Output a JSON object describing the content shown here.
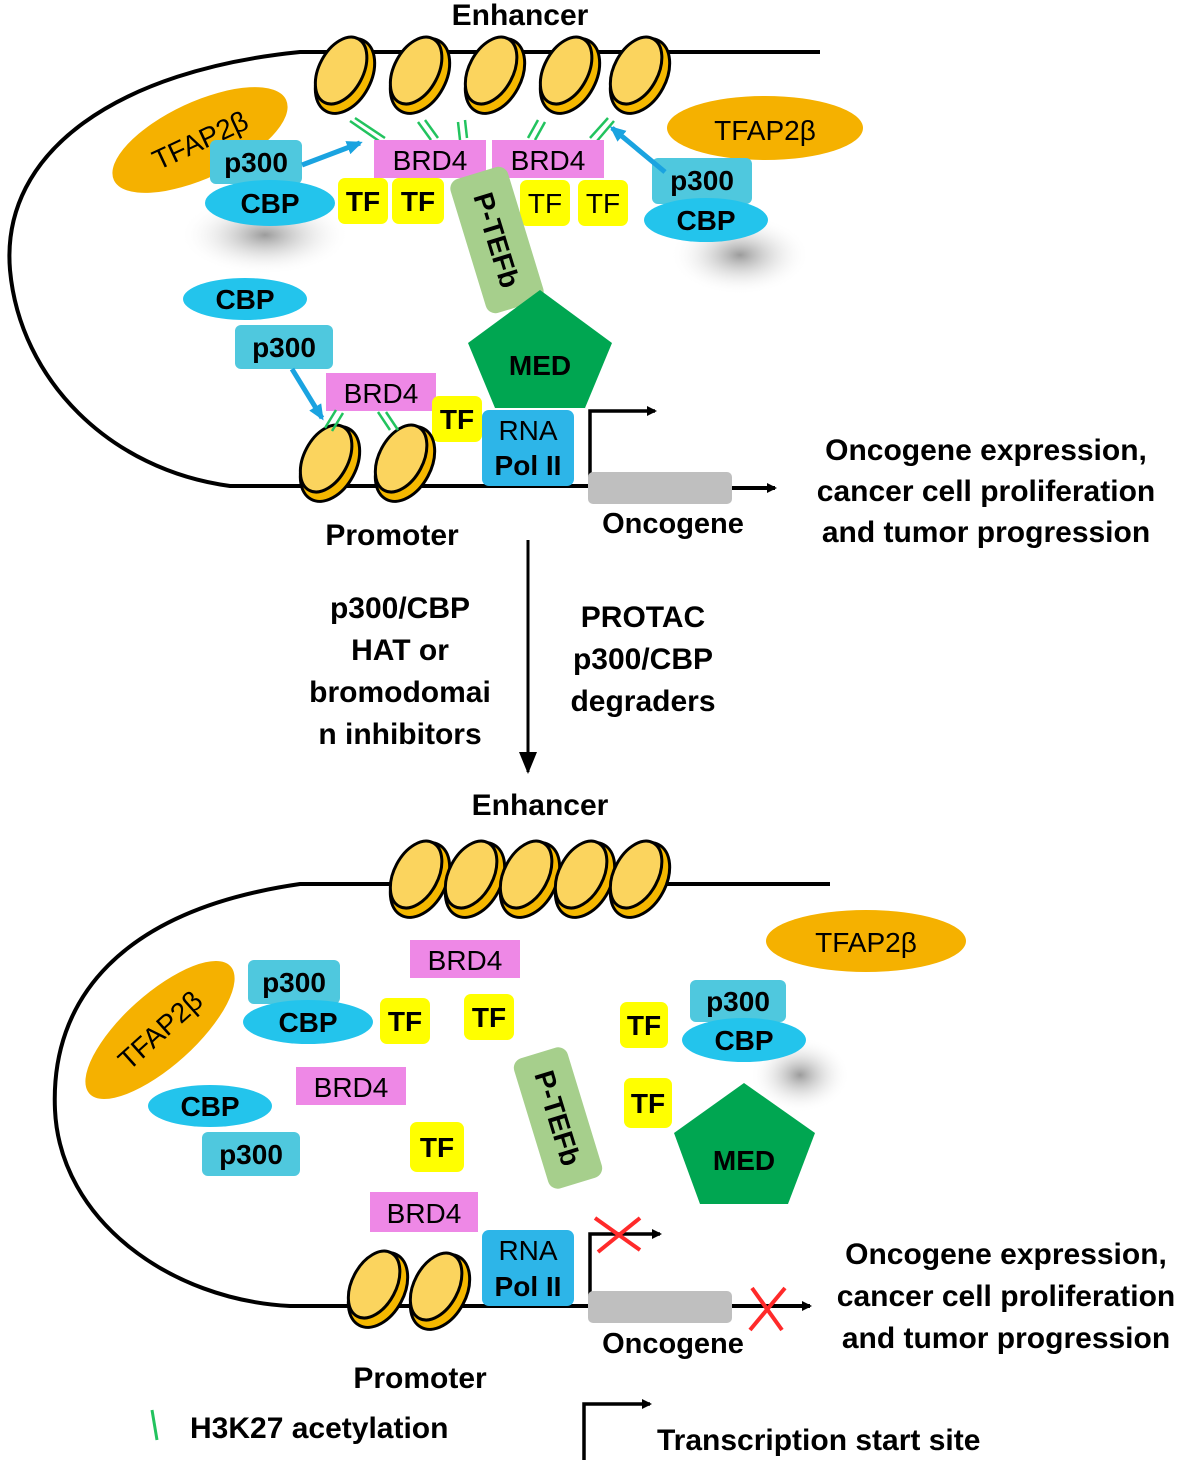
{
  "colors": {
    "nucleosome": "#f5b800",
    "nucleosome_light": "#fbd45e",
    "tfap2b": "#f5b100",
    "p300": "#4fc8de",
    "cbp": "#23c4ec",
    "brd4": "#ee88e6",
    "tf": "#ffff00",
    "ptefb": "#a6cf8c",
    "med": "#00a651",
    "rnapol": "#2db5e8",
    "oncogene": "#bfbfbf",
    "acetyl": "#22c35e",
    "blue_arrow": "#1aa3e0",
    "block": "#ff2a2a"
  },
  "top": {
    "enhancer": "Enhancer",
    "tfap2b_left": "TFAP2β",
    "tfap2b_right": "TFAP2β",
    "p300_left": "p300",
    "cbp_left": "CBP",
    "p300_right": "p300",
    "cbp_right": "CBP",
    "brd4_a": "BRD4",
    "brd4_b": "BRD4",
    "tf_1": "TF",
    "tf_2": "TF",
    "tf_3": "TF",
    "tf_4": "TF",
    "ptefb": "P-TEFb",
    "cbp_mid": "CBP",
    "p300_mid": "p300",
    "brd4_promoter": "BRD4",
    "tf_promoter": "TF",
    "med": "MED",
    "rna_line1": "RNA",
    "rna_line2": "Pol II",
    "promoter": "Promoter",
    "oncogene": "Oncogene",
    "outcome_line1": "Oncogene expression,",
    "outcome_line2": "cancer cell proliferation",
    "outcome_line3": "and tumor progression"
  },
  "middle": {
    "left_line1": "p300/CBP",
    "left_line2": "HAT or",
    "left_line3": "bromodomai",
    "left_line4": "n inhibitors",
    "right_line1": "PROTAC",
    "right_line2": "p300/CBP",
    "right_line3": "degraders"
  },
  "bottom": {
    "enhancer": "Enhancer",
    "tfap2b_left": "TFAP2β",
    "tfap2b_right": "TFAP2β",
    "brd4_top": "BRD4",
    "p300_left": "p300",
    "cbp_left": "CBP",
    "tf_1": "TF",
    "tf_2": "TF",
    "tf_3": "TF",
    "p300_right": "p300",
    "cbp_right": "CBP",
    "brd4_mid": "BRD4",
    "cbp_lower": "CBP",
    "p300_lower": "p300",
    "ptefb": "P-TEFb",
    "tf_4": "TF",
    "tf_5": "TF",
    "med": "MED",
    "brd4_low": "BRD4",
    "rna_line1": "RNA",
    "rna_line2": "Pol II",
    "promoter": "Promoter",
    "oncogene": "Oncogene",
    "outcome_line1": "Oncogene expression,",
    "outcome_line2": "cancer cell proliferation",
    "outcome_line3": "and tumor progression"
  },
  "legend": {
    "acetylation": "H3K27 acetylation",
    "tss": "Transcription start site"
  }
}
